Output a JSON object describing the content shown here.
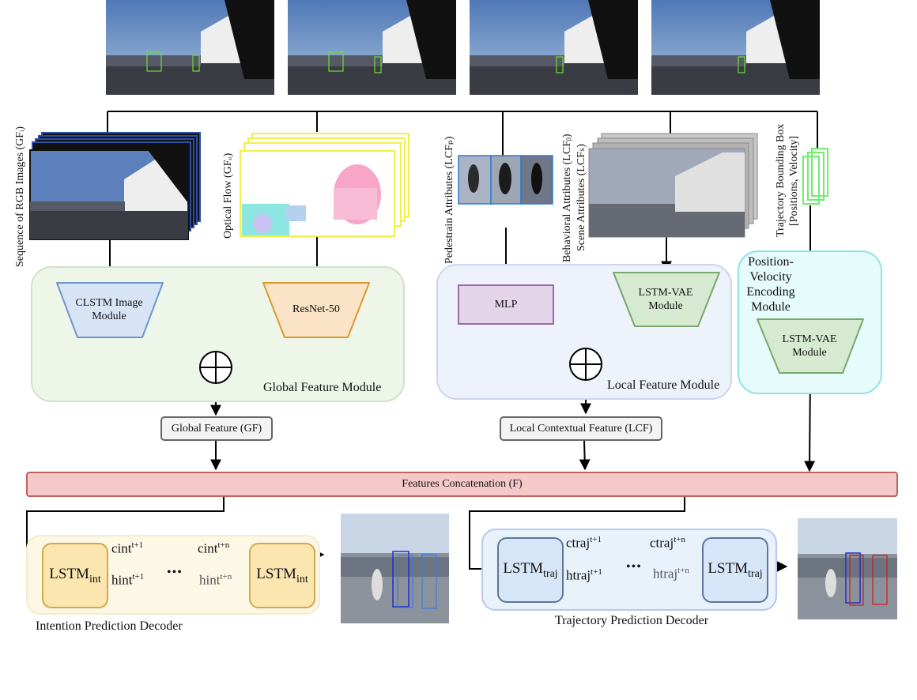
{
  "labels": {
    "seq_rgb": "Sequence of RGB Images (GFᵢ)",
    "optical_flow": "Optical Flow (GFₒ)",
    "ped_attr": "Pedestrain Attributes (LCFₚ)",
    "behav_attr": "Behavioral Attributes (LCFᵦ)",
    "scene_attr": "Scene Attributes (LCFₛ)",
    "traj_bbox": "Trajectory Bounding Box",
    "traj_bbox_sub": "[Positions, Velocity]"
  },
  "modules": {
    "clstm": [
      "CLSTM Image",
      "Module"
    ],
    "resnet": "ResNet-50",
    "mlp": "MLP",
    "lstm_vae_local": [
      "LSTM-VAE",
      "Module"
    ],
    "lstm_vae_pos": [
      "LSTM-VAE",
      "Module"
    ],
    "pos_vel": [
      "Position-",
      "Velocity",
      "Encoding",
      "Module"
    ]
  },
  "regions": {
    "global": "Global Feature Module",
    "local": "Local Feature Module"
  },
  "features": {
    "global_feature": "Global Feature (GF)",
    "local_feature": "Local Contextual Feature (LCF)",
    "concat": "Features Concatenation (F)"
  },
  "intention": {
    "lstm_base": "LSTM",
    "lstm_sub": "int",
    "c1": "cint",
    "c1_sup": "t+1",
    "c2": "cint",
    "c2_sup": "t+n",
    "h1": "hint",
    "h1_sup": "t+1",
    "h2": "hint",
    "h2_sup": "t+n",
    "title": "Intention Prediction Decoder"
  },
  "trajectory": {
    "lstm_base": "LSTM",
    "lstm_sub": "traj",
    "c1": "ctraj",
    "c1_sup": "t+1",
    "c2": "ctraj",
    "c2_sup": "t+n",
    "h1": "htraj",
    "h1_sup": "t+1",
    "h2": "htraj",
    "h2_sup": "t+n",
    "title": "Trajectory Prediction Decoder"
  },
  "ellipsis": "•••",
  "colors": {
    "global_region": "#eef6ea",
    "local_region": "#eef2fb",
    "pos_region": "#e6fbfb",
    "clstm_fill": "#d7e4f6",
    "resnet_fill": "#fbe3c7",
    "mlp_fill": "#e4d4ea",
    "lstm_vae_fill": "#d6e9d1",
    "concat_fill": "#f6c9c9",
    "int_region": "#fdf7e6",
    "int_lstm": "#fbe6b0",
    "traj_region": "#e9f1fb",
    "traj_lstm": "#d6e6f8"
  },
  "icons": [
    "oplus-icon",
    "rgb-image-stack",
    "optical-flow-stack",
    "pedestrian-crops",
    "scene-stack",
    "bbox-stack"
  ]
}
